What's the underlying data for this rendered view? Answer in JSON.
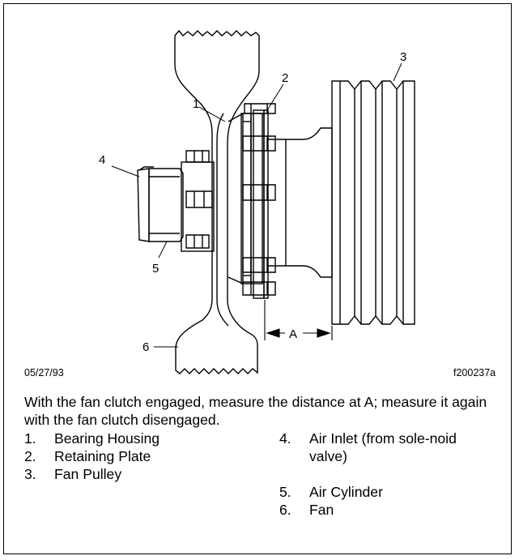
{
  "figure": {
    "callouts": {
      "c1": "1",
      "c2": "2",
      "c3": "3",
      "c4": "4",
      "c5": "5",
      "c6": "6"
    },
    "dimension_label": "A",
    "date": "05/27/93",
    "figure_id": "f200237a"
  },
  "caption": "With the fan clutch engaged, measure the distance at A; measure it again with the fan clutch disengaged.",
  "legend": [
    {
      "num": "1.",
      "text": "Bearing Housing"
    },
    {
      "num": "2.",
      "text": "Retaining Plate"
    },
    {
      "num": "3.",
      "text": "Fan Pulley"
    },
    {
      "num": "4.",
      "text": "Air Inlet (from sole-noid valve)"
    },
    {
      "num": "5.",
      "text": "Air Cylinder"
    },
    {
      "num": "6.",
      "text": "Fan"
    }
  ]
}
